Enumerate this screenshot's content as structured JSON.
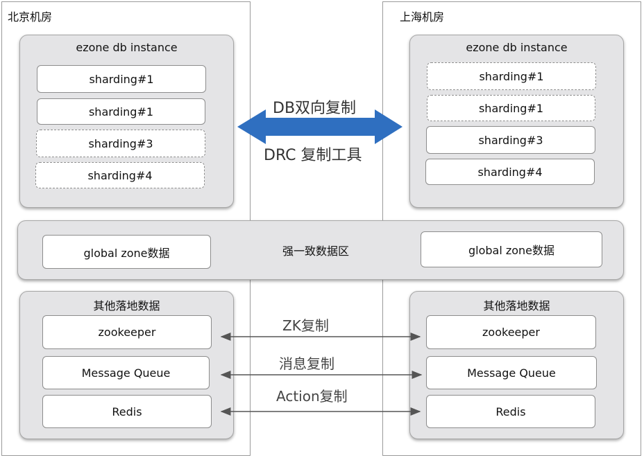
{
  "datacenters": {
    "left": {
      "title": "北京机房"
    },
    "right": {
      "title": "上海机房"
    }
  },
  "db_instance": {
    "title": "ezone db instance",
    "left_shards": [
      {
        "label": "sharding#1",
        "style": "solid"
      },
      {
        "label": "sharding#1",
        "style": "solid"
      },
      {
        "label": "sharding#3",
        "style": "dashed"
      },
      {
        "label": "sharding#4",
        "style": "dashed"
      }
    ],
    "right_shards": [
      {
        "label": "sharding#1",
        "style": "dashed"
      },
      {
        "label": "sharding#1",
        "style": "dashed"
      },
      {
        "label": "sharding#3",
        "style": "solid"
      },
      {
        "label": "sharding#4",
        "style": "solid"
      }
    ]
  },
  "replication": {
    "db_top_label": "DB双向复制",
    "db_bottom_label": "DRC 复制工具",
    "arrow_color": "#2f6fc0"
  },
  "global_zone": {
    "center_label": "强一致数据区",
    "left_box": "global zone数据",
    "right_box": "global zone数据"
  },
  "other_data": {
    "title": "其他落地数据",
    "items": [
      "zookeeper",
      "Message Queue",
      "Redis"
    ],
    "links": [
      "ZK复制",
      "消息复制",
      "Action复制"
    ]
  }
}
